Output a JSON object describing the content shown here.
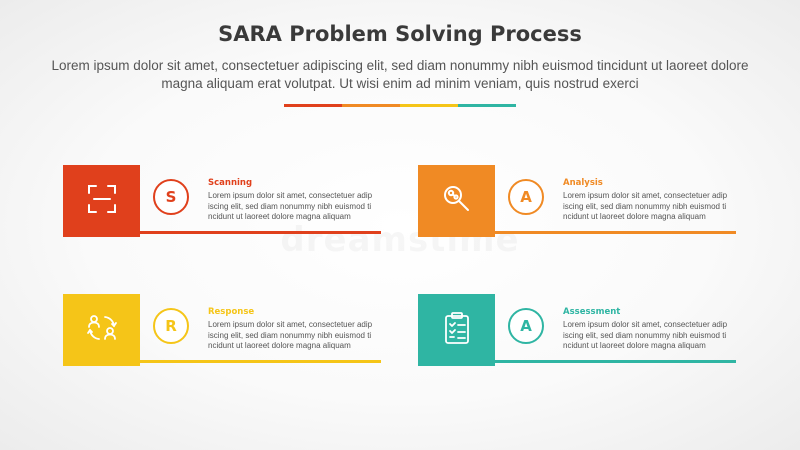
{
  "header": {
    "title": "SARA Problem Solving Process",
    "subtitle": "Lorem ipsum dolor sit amet, consectetuer adipiscing elit, sed diam nonummy nibh euismod tincidunt ut laoreet dolore magna aliquam erat volutpat. Ut wisi enim ad minim veniam, quis nostrud exerci"
  },
  "divider_colors": [
    "#e0401c",
    "#f08a24",
    "#f5c518",
    "#2fb5a3"
  ],
  "watermark": "dreamstime",
  "steps": [
    {
      "letter": "S",
      "label": "Scanning",
      "icon": "scan-icon",
      "color": "#e0401c",
      "description": "Lorem ipsum dolor sit amet, consectetuer adip\niscing elit, sed diam nonummy nibh euismod ti\nncidunt ut laoreet dolore magna aliquam"
    },
    {
      "letter": "A",
      "label": "Analysis",
      "icon": "magnifier-analysis-icon",
      "color": "#f08a24",
      "description": "Lorem ipsum dolor sit amet, consectetuer adip\niscing elit, sed diam nonummy nibh euismod ti\nncidunt ut laoreet dolore magna aliquam"
    },
    {
      "letter": "R",
      "label": "Response",
      "icon": "people-cycle-icon",
      "color": "#f5c518",
      "description": "Lorem ipsum dolor sit amet, consectetuer adip\niscing elit, sed diam nonummy nibh euismod ti\nncidunt ut laoreet dolore magna aliquam"
    },
    {
      "letter": "A",
      "label": "Assessment",
      "icon": "clipboard-checklist-icon",
      "color": "#2fb5a3",
      "description": "Lorem ipsum dolor sit amet, consectetuer adip\niscing elit, sed diam nonummy nibh euismod ti\nncidunt ut laoreet dolore magna aliquam"
    }
  ]
}
